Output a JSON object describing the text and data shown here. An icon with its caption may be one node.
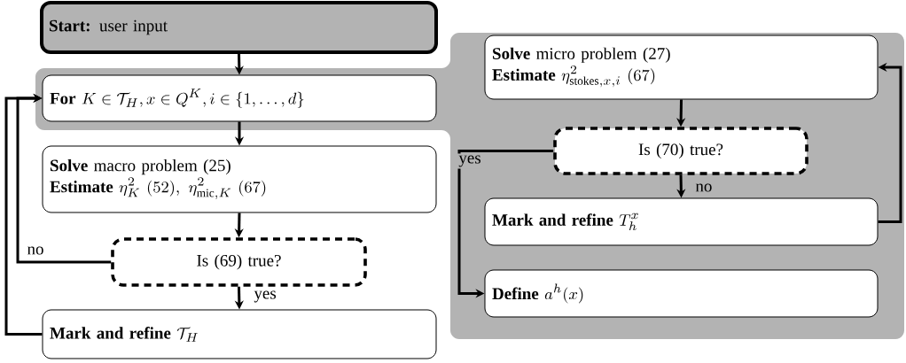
{
  "diagram": {
    "nodes": [
      {
        "text": [
          "**Start:** user input"
        ]
      },
      {
        "text": [
          "\\textbf{For}\\ K \\in \\mathcal{T}_H, x \\in Q^K, i \\in \\{1, \\ldots, d\\}"
        ]
      },
      {
        "text": [
          "**Solve** macro problem (25)",
          "\\textbf{Estimate}\\ \\eta_K^2\\ (52),\\ \\eta_{\\mathrm{mic},K}^2\\ (67)"
        ]
      },
      {
        "text": [
          "Is (69) true?"
        ]
      },
      {
        "text": [
          "\\textbf{Mark and refine}\\ \\mathcal{T}_H"
        ]
      },
      {
        "text": [
          "**Solve** micro problem (27)",
          "\\textbf{Estimate}\\ \\eta_{\\mathrm{stokes},x,i}^2\\ (67)"
        ]
      },
      {
        "text": [
          "Is (70) true?"
        ]
      },
      {
        "text": [
          "\\textbf{Mark and refine}\\ T_h^x"
        ]
      },
      {
        "text": [
          "\\textbf{Define}\\ a^h(x)"
        ]
      }
    ],
    "edges": [
      {
        "from": 0,
        "to": 1,
        "arrow": "to"
      },
      {
        "from": 1,
        "to": 2,
        "arrow": "to"
      },
      {
        "from": 2,
        "to": 3,
        "arrow": "to"
      },
      {
        "from": 3,
        "to": 4,
        "arrow": "to",
        "label": "yes"
      },
      {
        "from": 3,
        "to": 1,
        "arrow": "to",
        "label": "no"
      },
      {
        "from": 4,
        "to": 1,
        "arrow": "to"
      },
      {
        "from": 5,
        "to": 6,
        "arrow": "to"
      },
      {
        "from": 6,
        "to": 7,
        "arrow": "to",
        "label": "no"
      },
      {
        "from": 6,
        "to": 8,
        "arrow": "to",
        "label": "yes"
      },
      {
        "from": 7,
        "to": 5,
        "arrow": "to"
      }
    ]
  }
}
